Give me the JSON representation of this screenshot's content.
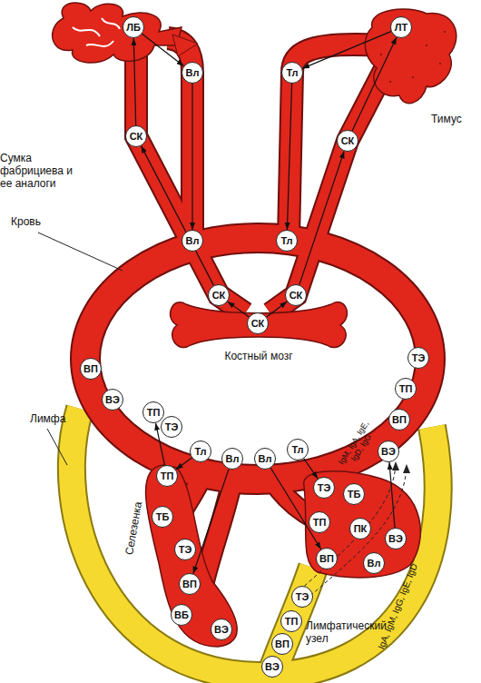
{
  "diagram": {
    "nodes": [
      {
        "text": [
          "Сумка фабрициева и ее аналоги"
        ]
      },
      {
        "text": [
          "ЛБ"
        ],
        "in": 0
      },
      {
        "text": [
          "Вл"
        ]
      },
      {
        "text": [
          "СК"
        ]
      },
      {
        "text": [
          "Тимус"
        ]
      },
      {
        "text": [
          "ЛТ"
        ],
        "in": 4
      },
      {
        "text": [
          "Тл"
        ]
      },
      {
        "text": [
          "СК"
        ]
      },
      {
        "text": [
          "Вл"
        ]
      },
      {
        "text": [
          "Тл"
        ]
      },
      {
        "text": [
          "СК"
        ]
      },
      {
        "text": [
          "СК"
        ]
      },
      {
        "text": [
          "Костный мозг"
        ]
      },
      {
        "text": [
          "СК"
        ],
        "in": 12
      },
      {
        "text": [
          "ТЭ"
        ]
      },
      {
        "text": [
          "ТП"
        ]
      },
      {
        "text": [
          "ВП"
        ]
      },
      {
        "text": [
          "ВЭ"
        ]
      },
      {
        "text": [
          "ВП"
        ]
      },
      {
        "text": [
          "ВЭ"
        ]
      },
      {
        "text": [
          "ТП"
        ]
      },
      {
        "text": [
          "ТЭ"
        ]
      },
      {
        "text": [
          "Тл"
        ]
      },
      {
        "text": [
          "Вл"
        ]
      },
      {
        "text": [
          "Вл"
        ]
      },
      {
        "text": [
          "Тл"
        ]
      },
      {
        "text": [
          "Селезенка"
        ]
      },
      {
        "text": [
          "ТП"
        ],
        "in": 26
      },
      {
        "text": [
          "ТБ"
        ],
        "in": 26
      },
      {
        "text": [
          "ТЭ"
        ],
        "in": 26
      },
      {
        "text": [
          "ВП"
        ],
        "in": 26
      },
      {
        "text": [
          "ВБ"
        ],
        "in": 26
      },
      {
        "text": [
          "ВЭ"
        ],
        "in": 26
      },
      {
        "text": [
          "Лимфатический узел"
        ]
      },
      {
        "text": [
          "ТЭ"
        ],
        "in": 33
      },
      {
        "text": [
          "ТБ"
        ],
        "in": 33
      },
      {
        "text": [
          "ТП"
        ],
        "in": 33
      },
      {
        "text": [
          "ПК"
        ],
        "in": 33
      },
      {
        "text": [
          "ВЭ"
        ],
        "in": 33
      },
      {
        "text": [
          "ВП"
        ],
        "in": 33
      },
      {
        "text": [
          "Вл"
        ],
        "in": 33
      },
      {
        "text": [
          "ТЭ"
        ],
        "in": 33
      },
      {
        "text": [
          "ТП"
        ],
        "in": 33
      },
      {
        "text": [
          "ВП"
        ],
        "in": 33
      },
      {
        "text": [
          "ВЭ"
        ],
        "in": 33
      }
    ],
    "edges": [
      {
        "from": 13,
        "to": 10,
        "arrow": "to"
      },
      {
        "from": 10,
        "to": 3,
        "arrow": "to"
      },
      {
        "from": 3,
        "to": 1,
        "arrow": "to"
      },
      {
        "from": 1,
        "to": 2,
        "arrow": "to"
      },
      {
        "from": 2,
        "to": 8,
        "arrow": "to"
      },
      {
        "from": 13,
        "to": 11,
        "arrow": "to"
      },
      {
        "from": 11,
        "to": 7,
        "arrow": "to"
      },
      {
        "from": 7,
        "to": 5,
        "arrow": "to"
      },
      {
        "from": 5,
        "to": 6,
        "arrow": "to"
      },
      {
        "from": 6,
        "to": 9,
        "arrow": "to"
      },
      {
        "from": 22,
        "to": 27,
        "arrow": "to"
      },
      {
        "from": 27,
        "to": 20,
        "arrow": "to"
      },
      {
        "from": 23,
        "to": 30,
        "arrow": "to"
      },
      {
        "from": 24,
        "to": 39,
        "arrow": "to"
      },
      {
        "from": 25,
        "to": 34,
        "arrow": "to"
      },
      {
        "from": 38,
        "to": 17,
        "arrow": "to"
      }
    ],
    "labels": [
      "Кровь",
      "Лимфа",
      "IgM, IgA, IgE, IgD, IgG",
      "IgA, IgM, IgG, IgE, IgD"
    ]
  }
}
